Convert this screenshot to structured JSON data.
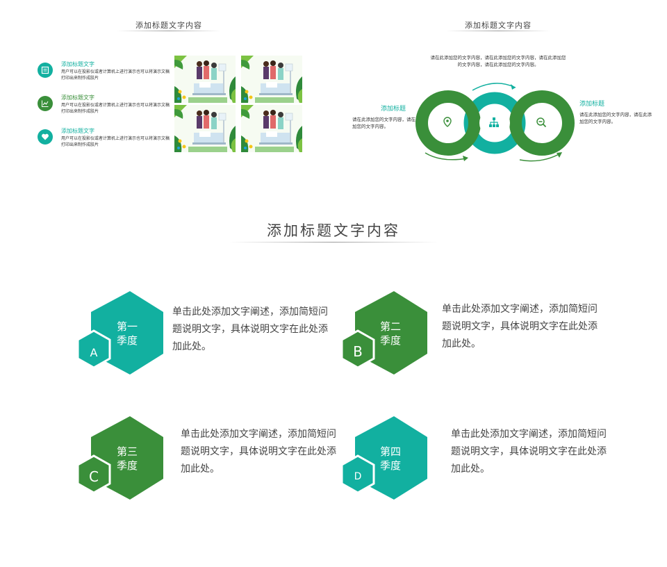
{
  "slide1": {
    "title": "添加标题文字内容",
    "features": [
      {
        "icon": "report-icon",
        "color": "#12b0a0",
        "title": "添加标题文字",
        "desc": "用户可以在投影仪或者计算机上进行演示也可以将演示文稿打印出来制作成胶片"
      },
      {
        "icon": "chart-line-icon",
        "color": "#3a8f3a",
        "title": "添加标题文字",
        "desc": "用户可以在投影仪或者计算机上进行演示也可以将演示文稿打印出来制作成胶片"
      },
      {
        "icon": "heart-icon",
        "color": "#12b0a0",
        "title": "添加标题文字",
        "desc": "用户可以在投影仪或者计算机上进行演示也可以将演示文稿打印出来制作成胶片"
      }
    ]
  },
  "slide2": {
    "title": "添加标题文字内容",
    "top_text": "请在此添加您的文字内容，请在此添加您的文字内容，请在此添加您的文字内容，请在此添加您的文字内容。",
    "left": {
      "heading": "添加标题",
      "text": "请在此添加您的文字内容，请在此添加您的文字内容。"
    },
    "right": {
      "heading": "添加标题",
      "text": "请在此添加您的文字内容，请在此添加您的文字内容。"
    },
    "icons": [
      "location-pin-icon",
      "org-chart-icon",
      "zoom-out-icon"
    ]
  },
  "main": {
    "title": "添加标题文字内容",
    "quarters": [
      {
        "label_line1": "第一",
        "label_line2": "季度",
        "letter": "A",
        "color": "#12b0a0",
        "text": "单击此处添加文字阐述，添加简短问题说明文字，具体说明文字在此处添加此处。"
      },
      {
        "label_line1": "第二",
        "label_line2": "季度",
        "letter": "B",
        "color": "#3a8f3a",
        "text": "单击此处添加文字阐述，添加简短问题说明文字，具体说明文字在此处添加此处。"
      },
      {
        "label_line1": "第三",
        "label_line2": "季度",
        "letter": "C",
        "color": "#3a8f3a",
        "text": "单击此处添加文字阐述，添加简短问题说明文字，具体说明文字在此处添加此处。"
      },
      {
        "label_line1": "第四",
        "label_line2": "季度",
        "letter": "D",
        "color": "#12b0a0",
        "text": "单击此处添加文字阐述，添加简短问题说明文字，具体说明文字在此处添加此处。"
      }
    ]
  }
}
